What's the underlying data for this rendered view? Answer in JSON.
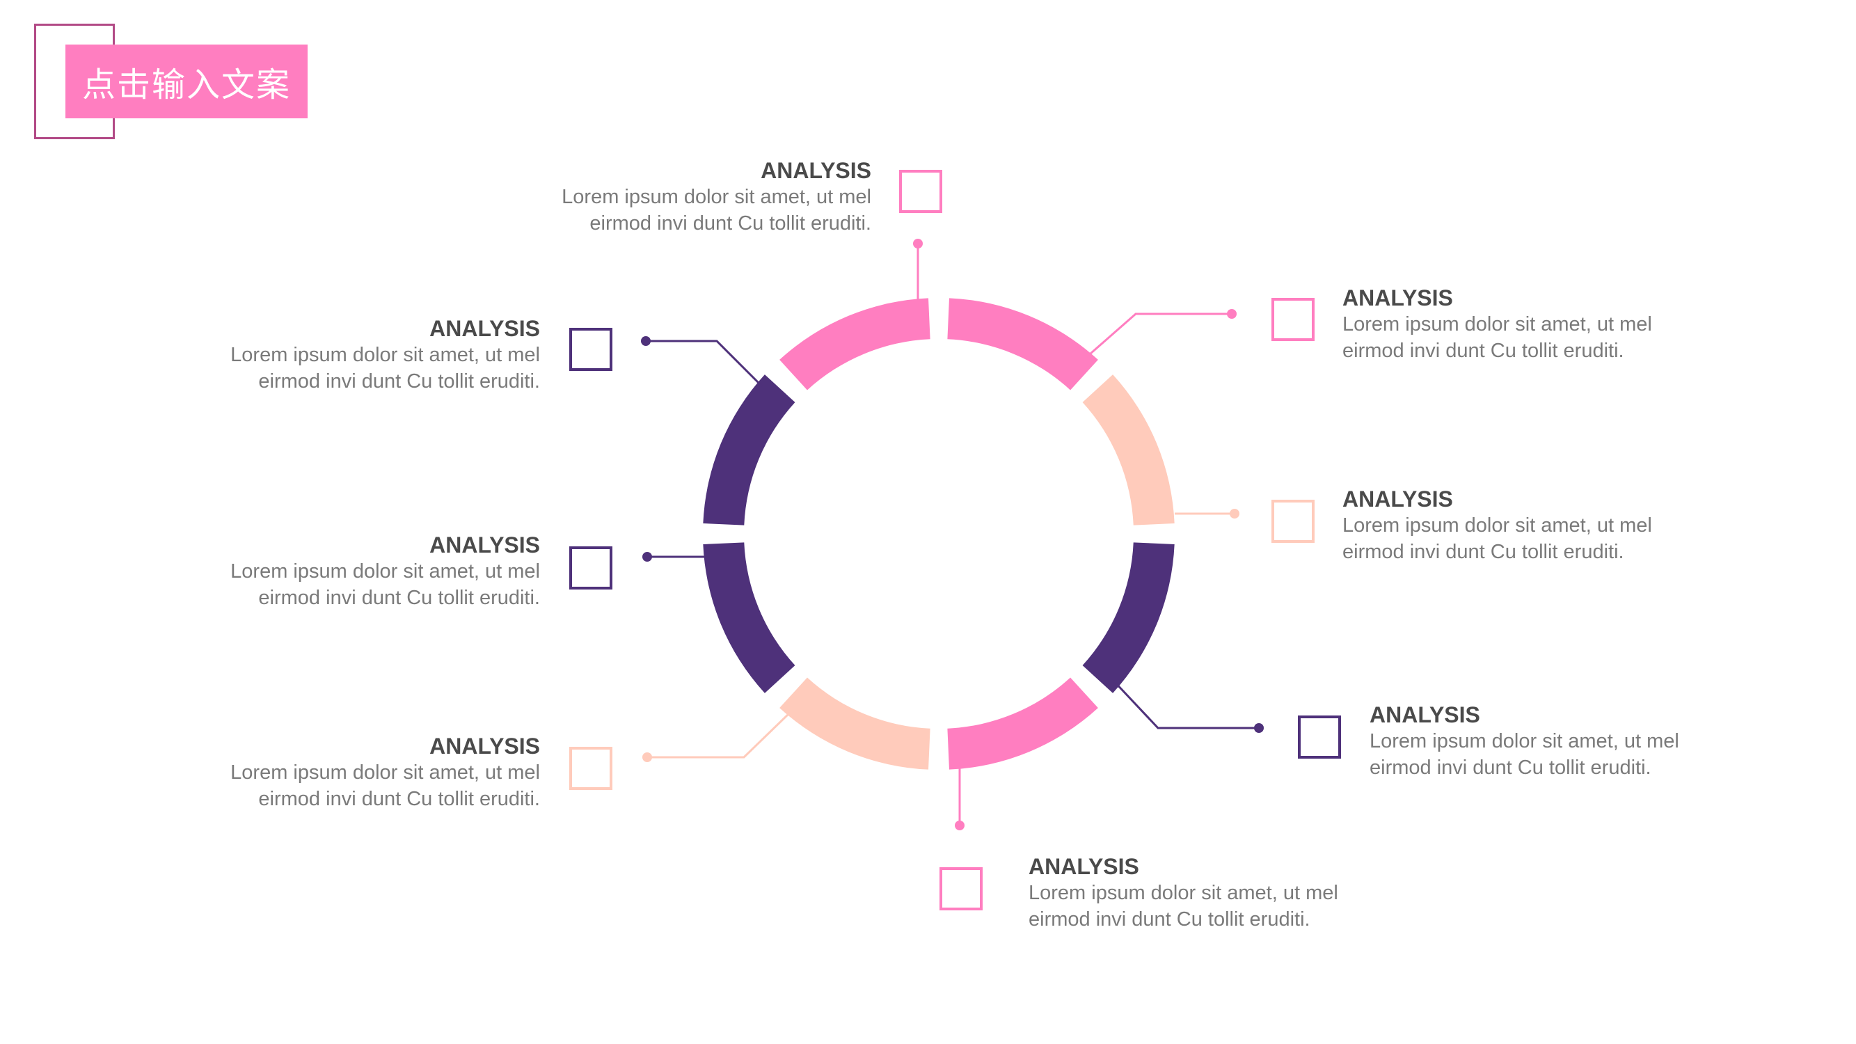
{
  "header": {
    "title": "点击输入文案"
  },
  "colors": {
    "pink": "#ff7ec0",
    "peach": "#ffcbbb",
    "purple": "#4e317a",
    "frame": "#b24a86"
  },
  "items": [
    {
      "title": "ANALYSIS",
      "desc1": "Lorem ipsum dolor sit amet, ut mel",
      "desc2": "eirmod invi dunt Cu tollit eruditi."
    },
    {
      "title": "ANALYSIS",
      "desc1": "Lorem ipsum dolor sit amet, ut mel",
      "desc2": "eirmod invi dunt Cu tollit eruditi."
    },
    {
      "title": "ANALYSIS",
      "desc1": "Lorem ipsum dolor sit amet, ut mel",
      "desc2": "eirmod invi dunt Cu tollit eruditi."
    },
    {
      "title": "ANALYSIS",
      "desc1": "Lorem ipsum dolor sit amet, ut mel",
      "desc2": "eirmod invi dunt Cu tollit eruditi."
    },
    {
      "title": "ANALYSIS",
      "desc1": "Lorem ipsum dolor sit amet, ut mel",
      "desc2": "eirmod invi dunt Cu tollit eruditi."
    },
    {
      "title": "ANALYSIS",
      "desc1": "Lorem ipsum dolor sit amet, ut mel",
      "desc2": "eirmod invi dunt Cu tollit eruditi."
    },
    {
      "title": "ANALYSIS",
      "desc1": "Lorem ipsum dolor sit amet, ut mel",
      "desc2": "eirmod invi dunt Cu tollit eruditi."
    },
    {
      "title": "ANALYSIS",
      "desc1": "Lorem ipsum dolor sit amet, ut mel",
      "desc2": "eirmod invi dunt Cu tollit eruditi."
    }
  ]
}
